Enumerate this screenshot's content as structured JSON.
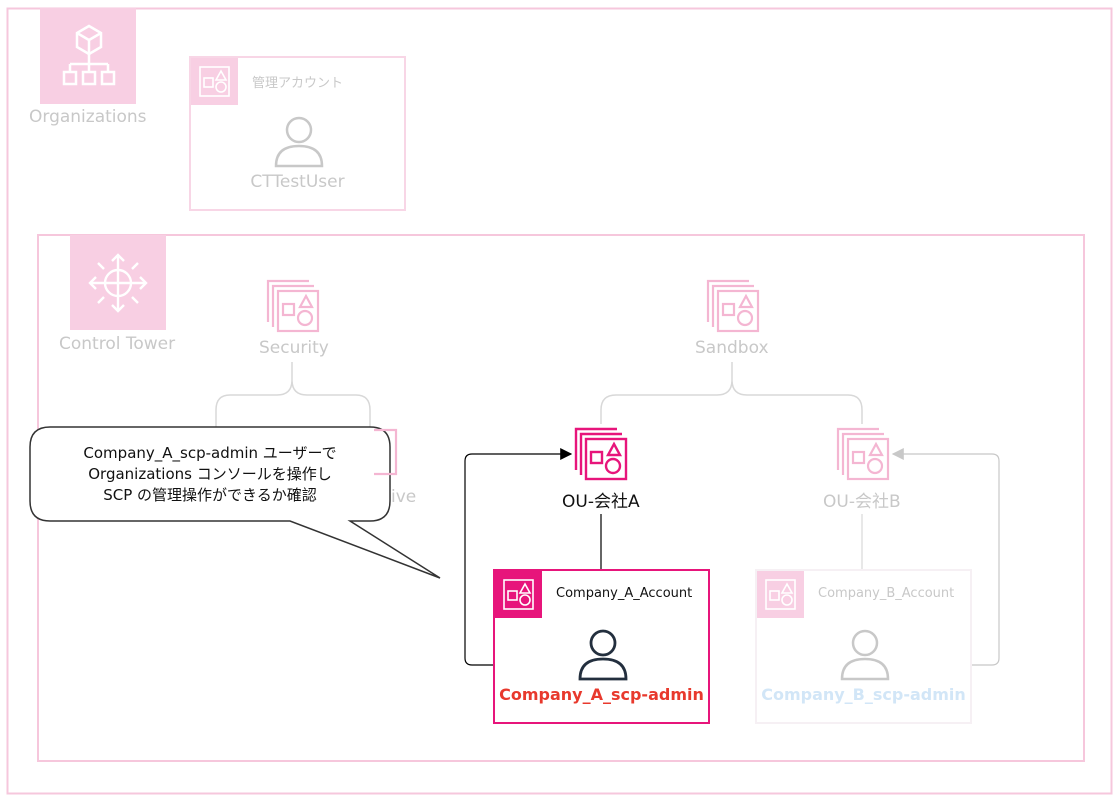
{
  "organizations": {
    "label": "Organizations"
  },
  "management_account": {
    "header": "管理アカウント",
    "user": "CTTestUser"
  },
  "control_tower": {
    "label": "Control Tower"
  },
  "ous": {
    "security": "Security",
    "sandbox": "Sandbox",
    "security_child_fragment": "ive",
    "company_a": "OU-会社A",
    "company_b": "OU-会社B"
  },
  "accounts": {
    "a": {
      "header": "Company_A_Account",
      "user": "Company_A_scp-admin"
    },
    "b": {
      "header": "Company_B_Account",
      "user": "Company_B_scp-admin"
    }
  },
  "callout": {
    "line1": "Company_A_scp-admin ユーザーで",
    "line2": "Organizations コンソールを操作し",
    "line3": "SCP の管理操作ができるか確認"
  },
  "colors": {
    "faded_pink": "#f8cfe3",
    "faded_pink_border": "#f6c7dc",
    "magenta": "#e7157b",
    "red_label": "#e8392d",
    "faded_text": "#c8c8c8",
    "faded_blue_text": "#d2e6f7",
    "dark": "#232f3e"
  }
}
